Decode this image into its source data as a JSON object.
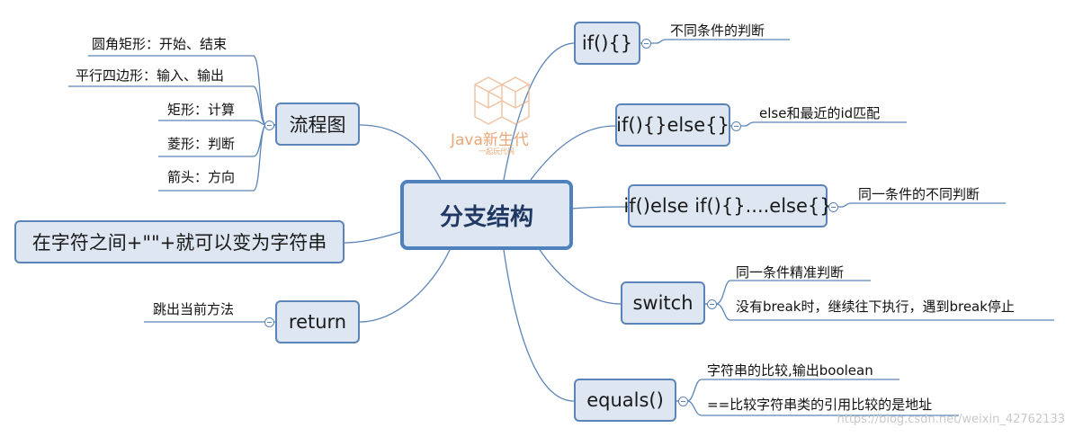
{
  "central": {
    "label": "分支结构"
  },
  "left_topics": {
    "flowchart": {
      "label": "流程图",
      "children": [
        "圆角矩形：开始、结束",
        "平行四边形：输入、输出",
        "矩形：计算",
        "菱形：判断",
        "箭头：方向"
      ]
    },
    "string_concat": {
      "label": "在字符之间+\"\"+就可以变为字符串"
    },
    "return": {
      "label": "return",
      "children": [
        "跳出当前方法"
      ]
    }
  },
  "right_topics": {
    "if": {
      "label": "if(){}",
      "children": [
        "不同条件的判断"
      ]
    },
    "if_else": {
      "label": "if(){}else{}",
      "children": [
        "else和最近的id匹配"
      ]
    },
    "if_else_chain": {
      "label": "if()else if(){}....else{}",
      "children": [
        "同一条件的不同判断"
      ]
    },
    "switch": {
      "label": "switch",
      "children": [
        "同一条件精准判断",
        "没有break时，继续往下执行，遇到break停止"
      ]
    },
    "equals": {
      "label": "equals()",
      "children": [
        "字符串的比较,输出boolean",
        "==比较字符串类的引用比较的是地址"
      ]
    }
  },
  "logo": {
    "brand": "Java新生代",
    "tagline": "一起玩代码"
  },
  "watermark": "https://blog.csdn.net/weixin_42762133",
  "colors": {
    "line": "#5b84b8",
    "node_fill": "#dde6f1",
    "central_border": "#4f81bd",
    "logo": "#e8a777"
  }
}
